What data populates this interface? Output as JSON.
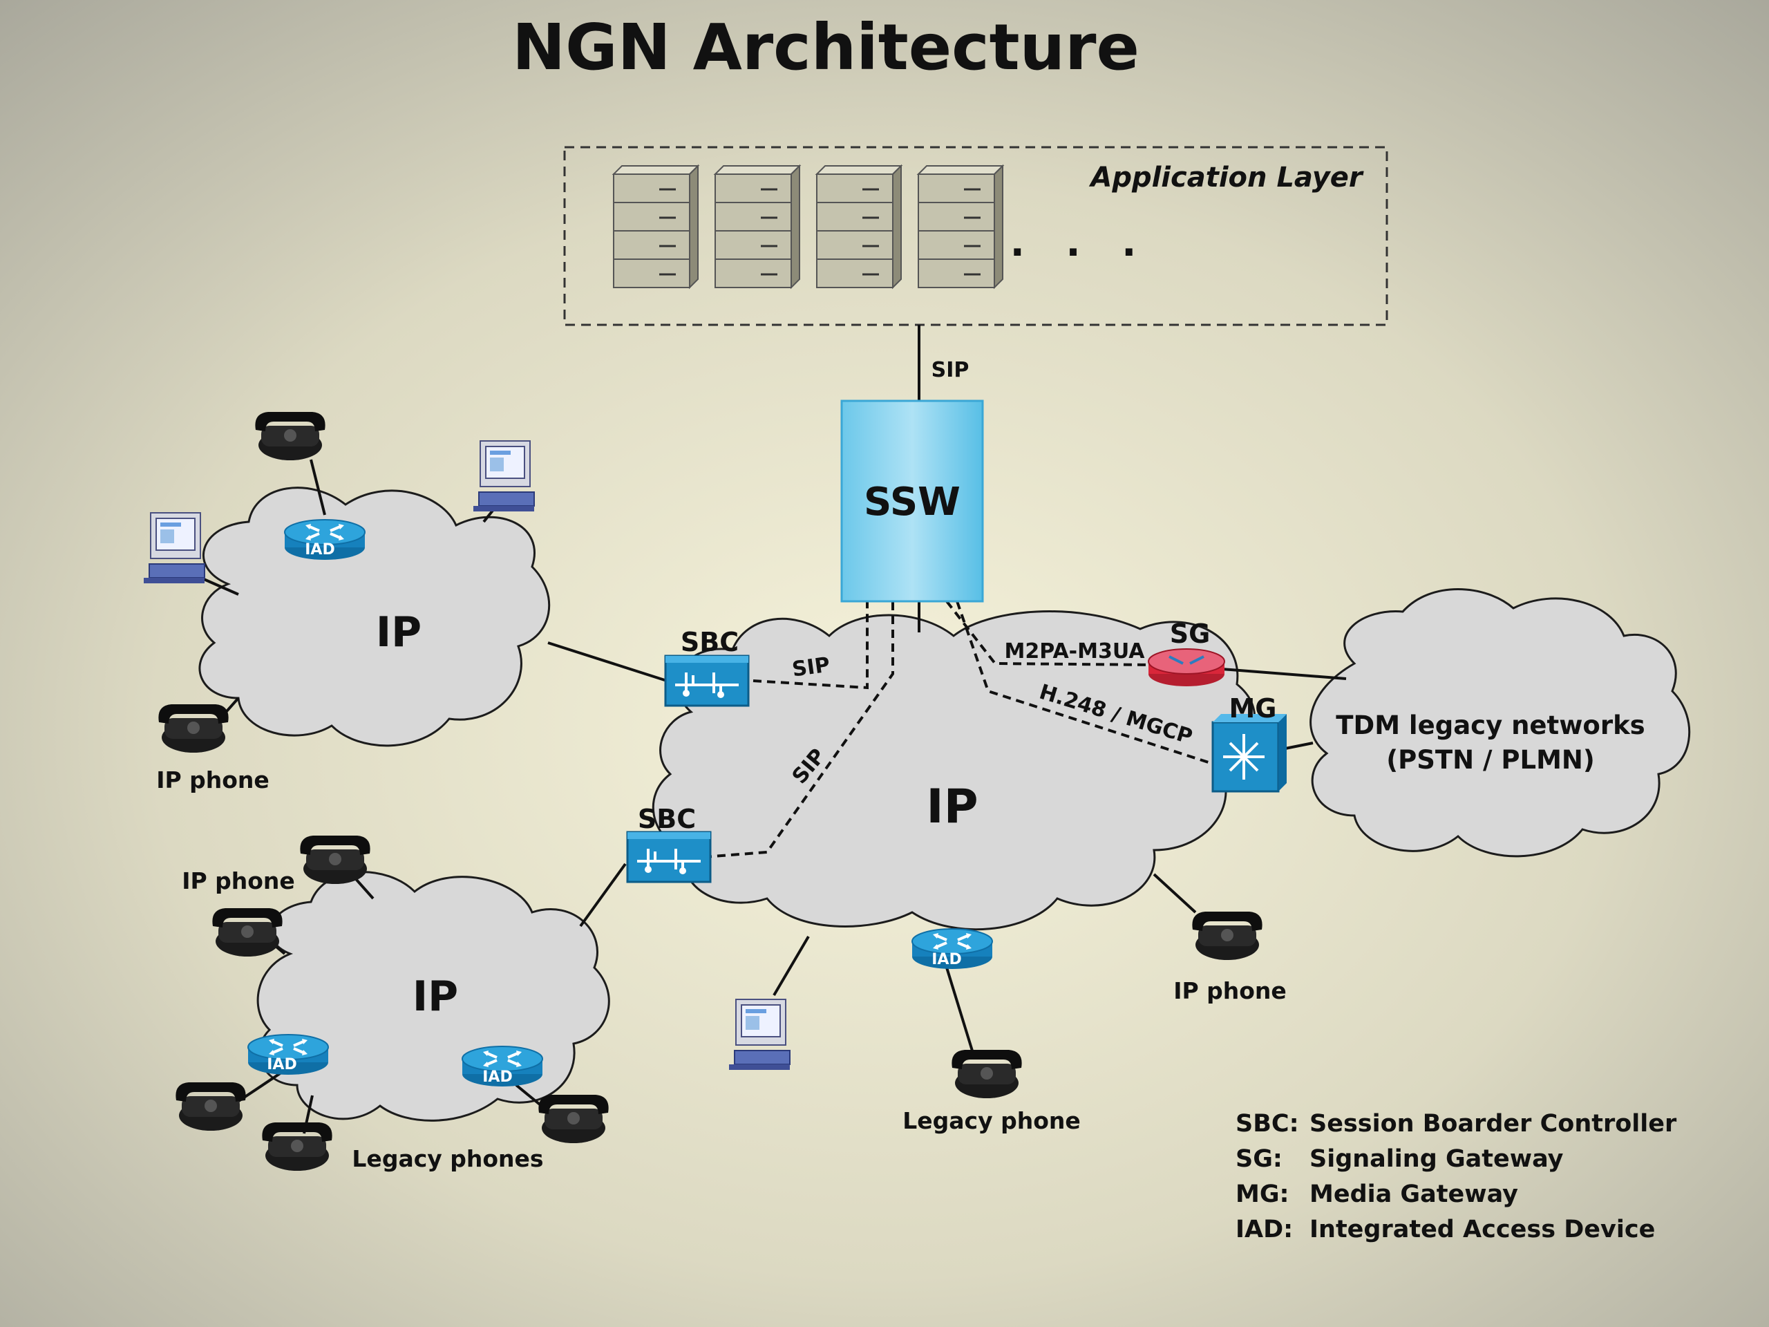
{
  "title": "NGN  Architecture",
  "application_layer": {
    "label": "Application  Layer",
    "ellipsis": ". . ."
  },
  "core": {
    "ssw_label": "SSW"
  },
  "clouds": {
    "left_top": "IP",
    "left_bottom": "IP",
    "center": "IP",
    "tdm_line1": "TDM legacy networks",
    "tdm_line2": "(PSTN / PLMN)"
  },
  "devices": {
    "sbc_top": "SBC",
    "sbc_bottom": "SBC",
    "sg": "SG",
    "mg": "MG",
    "iad": "IAD"
  },
  "links": {
    "sip_app": "SIP",
    "sip_sbc_top": "SIP",
    "sip_sbc_bottom": "SIP",
    "m2pa": "M2PA-M3UA",
    "h248": "H.248 / MGCP"
  },
  "endpoint_labels": {
    "ip_phone_left": "IP phone",
    "ip_phone_lower": "IP phone",
    "ip_phone_right": "IP phone",
    "legacy_phones": "Legacy phones",
    "legacy_phone": "Legacy phone"
  },
  "legend": [
    {
      "abbr": "SBC:",
      "text": "Session Boarder Controller"
    },
    {
      "abbr": "SG:",
      "text": "Signaling Gateway"
    },
    {
      "abbr": "MG:",
      "text": "Media Gateway"
    },
    {
      "abbr": "IAD:",
      "text": "Integrated Access Device"
    }
  ],
  "colors": {
    "background_center": "#f3f0d8",
    "background_edge": "#a9a89c",
    "cloud_fill": "#d8d8d8",
    "ssw_fill": "#8fd4ee",
    "device_blue": "#1e8fc8",
    "sg_red": "#d9263a",
    "server_fill": "#c5c3ae"
  }
}
